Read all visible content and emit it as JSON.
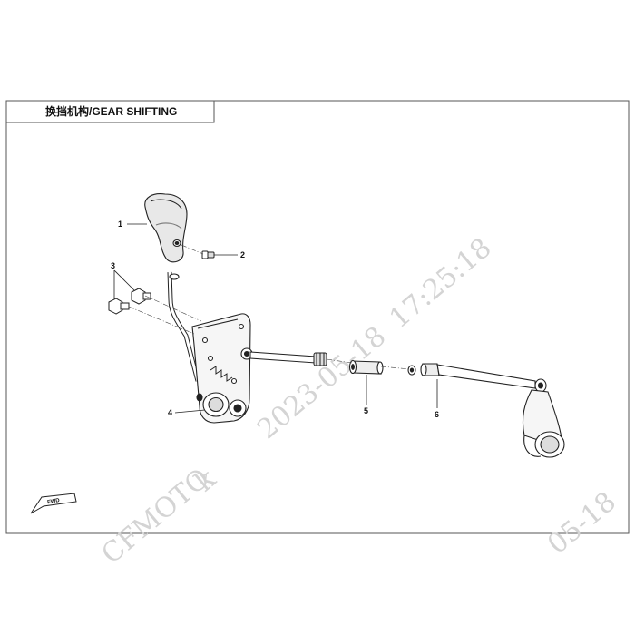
{
  "title": "换挡机构/GEAR SHIFTING",
  "callouts": {
    "c1": "1",
    "c2": "2",
    "c3": "3",
    "c4": "4",
    "c5": "5",
    "c6": "6"
  },
  "watermark": {
    "brand": "CFMOTO",
    "user": "k",
    "date": "2023-05-18",
    "time": "17:25:18",
    "date_fragment": "05-18"
  },
  "fwd_label": "FWD"
}
